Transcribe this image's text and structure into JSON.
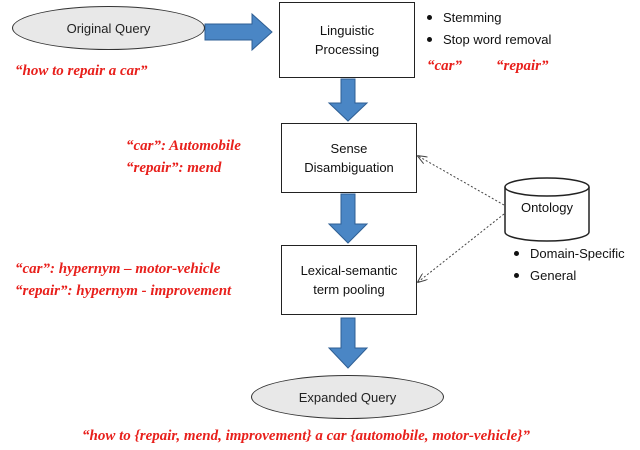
{
  "nodes": {
    "original_query": "Original Query",
    "linguistic_processing": [
      "Linguistic",
      "Processing"
    ],
    "sense_disambiguation": [
      "Sense",
      "Disambiguation"
    ],
    "lexical_semantic": [
      "Lexical-semantic",
      "term pooling"
    ],
    "ontology": "Ontology",
    "expanded_query": "Expanded Query"
  },
  "processing_steps": [
    "Stemming",
    "Stop word removal"
  ],
  "ontology_types": [
    "Domain-Specific",
    "General"
  ],
  "annotations": {
    "original_example": "“how to repair a car”",
    "stem_car": "“car”",
    "stem_repair": "“repair”",
    "sense_car": "“car”: Automobile",
    "sense_repair": "“repair”: mend",
    "hyper_car": "“car”: hypernym – motor-vehicle",
    "hyper_repair": "“repair”: hypernym - improvement",
    "expanded_example": "“how to {repair, mend, improvement} a car {automobile, motor-vehicle}”"
  },
  "colors": {
    "arrow_fill": "#4a86c5",
    "arrow_stroke": "#2f5f94",
    "annotation": "#e8201c"
  }
}
